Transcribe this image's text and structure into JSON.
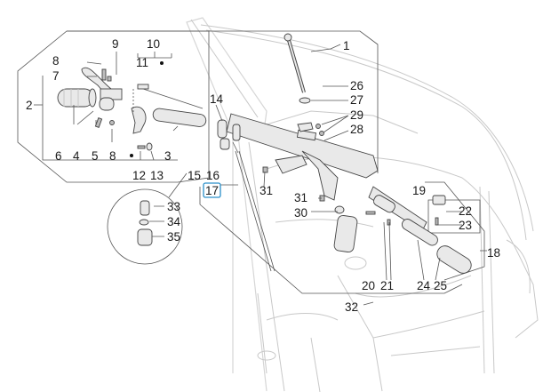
{
  "diagram": {
    "type": "exploded-parts-diagram",
    "subject": "Handlebar assembly and front shield",
    "highlighted_part": "17",
    "highlight_color": "#2a8fc9",
    "labels": [
      {
        "id": "1",
        "text": "1"
      },
      {
        "id": "2",
        "text": "2"
      },
      {
        "id": "3",
        "text": "3"
      },
      {
        "id": "4",
        "text": "4"
      },
      {
        "id": "5",
        "text": "5"
      },
      {
        "id": "6",
        "text": "6"
      },
      {
        "id": "7",
        "text": "7"
      },
      {
        "id": "8a",
        "text": "8"
      },
      {
        "id": "8b",
        "text": "8"
      },
      {
        "id": "9",
        "text": "9"
      },
      {
        "id": "10",
        "text": "10"
      },
      {
        "id": "11",
        "text": "11"
      },
      {
        "id": "12",
        "text": "12"
      },
      {
        "id": "13",
        "text": "13"
      },
      {
        "id": "14",
        "text": "14"
      },
      {
        "id": "15",
        "text": "15"
      },
      {
        "id": "16",
        "text": "16"
      },
      {
        "id": "17",
        "text": "17"
      },
      {
        "id": "18",
        "text": "18"
      },
      {
        "id": "19",
        "text": "19"
      },
      {
        "id": "20",
        "text": "20"
      },
      {
        "id": "21",
        "text": "21"
      },
      {
        "id": "22",
        "text": "22"
      },
      {
        "id": "23",
        "text": "23"
      },
      {
        "id": "24",
        "text": "24"
      },
      {
        "id": "25",
        "text": "25"
      },
      {
        "id": "26",
        "text": "26"
      },
      {
        "id": "27",
        "text": "27"
      },
      {
        "id": "28",
        "text": "28"
      },
      {
        "id": "29",
        "text": "29"
      },
      {
        "id": "30",
        "text": "30"
      },
      {
        "id": "31a",
        "text": "31"
      },
      {
        "id": "31b",
        "text": "31"
      },
      {
        "id": "32",
        "text": "32"
      },
      {
        "id": "33",
        "text": "33"
      },
      {
        "id": "34",
        "text": "34"
      },
      {
        "id": "35",
        "text": "35"
      }
    ]
  }
}
